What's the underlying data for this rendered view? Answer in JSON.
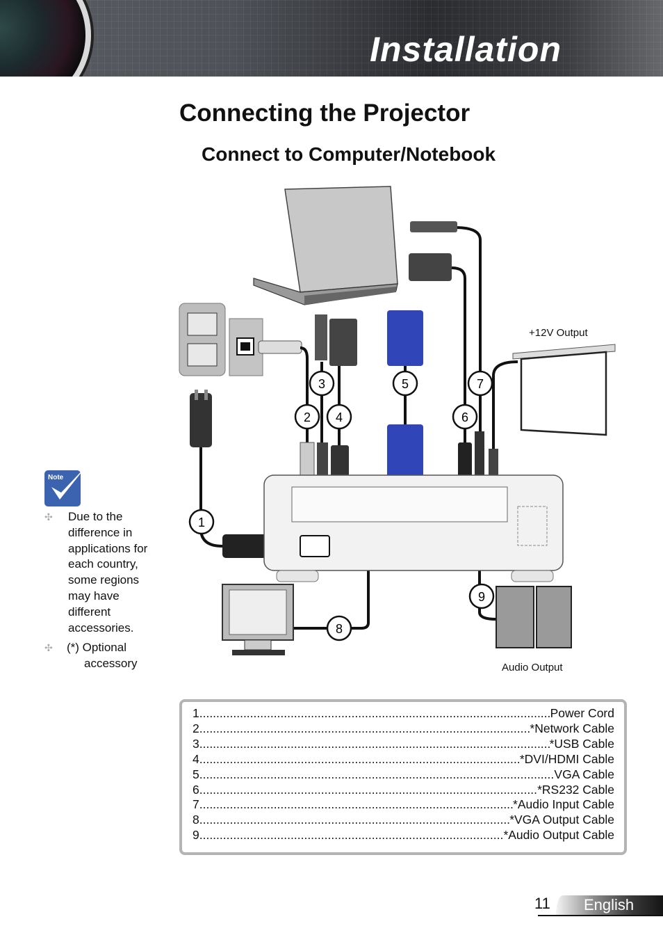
{
  "header": {
    "section_title": "Installation"
  },
  "page": {
    "title": "Connecting the Projector",
    "subtitle": "Connect to Computer/Notebook"
  },
  "diagram": {
    "labels": {
      "power_output": "+12V Output",
      "audio_output": "Audio Output"
    },
    "callouts": [
      "1",
      "2",
      "3",
      "4",
      "5",
      "6",
      "7",
      "8",
      "9"
    ]
  },
  "note": {
    "icon_label": "Note",
    "items": [
      {
        "text": "Due to the difference in applications for each country, some regions may have different accessories."
      },
      {
        "text1": "(*) Optional",
        "text2": "accessory"
      }
    ]
  },
  "legend": {
    "items": [
      {
        "num": "1",
        "label": "Power Cord"
      },
      {
        "num": "2",
        "label": "*Network Cable"
      },
      {
        "num": "3",
        "label": "*USB Cable"
      },
      {
        "num": "4",
        "label": "*DVI/HDMI Cable"
      },
      {
        "num": "5",
        "label": "VGA Cable"
      },
      {
        "num": "6",
        "label": "*RS232 Cable"
      },
      {
        "num": "7",
        "label": "*Audio Input Cable"
      },
      {
        "num": "8",
        "label": "*VGA Output Cable"
      },
      {
        "num": "9",
        "label": "*Audio Output Cable"
      }
    ]
  },
  "footer": {
    "page_number": "11",
    "language": "English"
  },
  "colors": {
    "vga_blue": "#2f45b8",
    "note_blue": "#3c63b0",
    "cable": "#111111"
  }
}
